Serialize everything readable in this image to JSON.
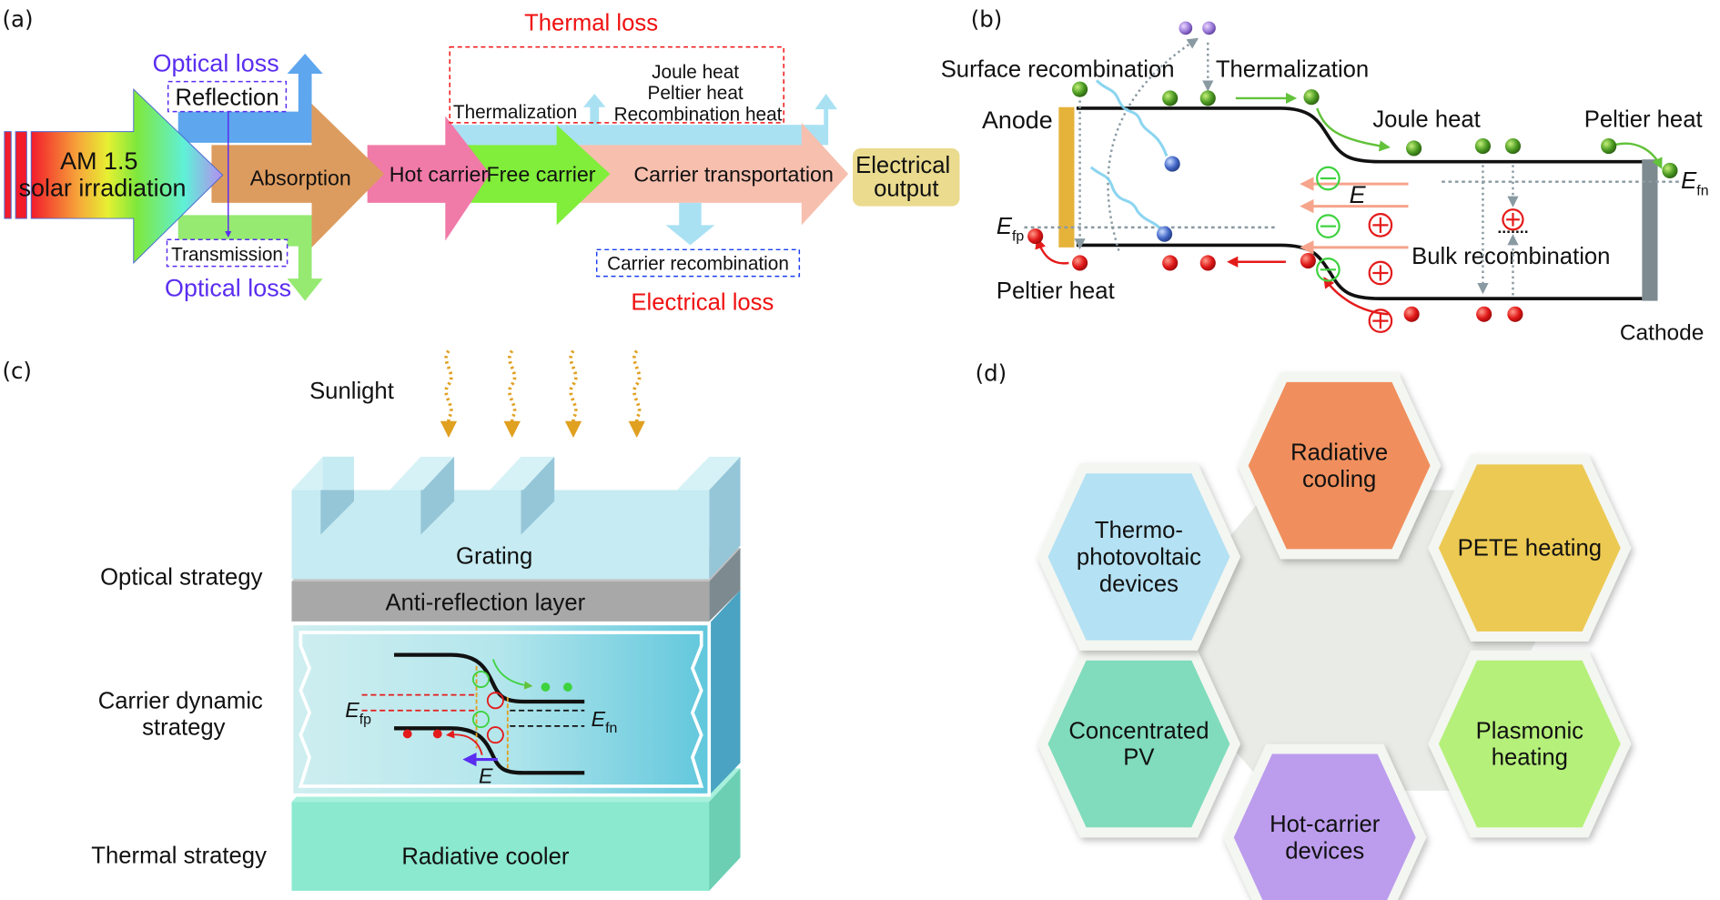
{
  "panels": {
    "a": {
      "label": "(a)",
      "source": [
        "AM 1.5",
        "solar irradiation"
      ],
      "stages": [
        "Absorption",
        "Hot carrier",
        "Free carrier",
        "Carrier transportation"
      ],
      "output": [
        "Electrical",
        "output"
      ],
      "optical_loss_top": "Optical loss",
      "optical_loss_bottom": "Optical loss",
      "reflection": "Reflection",
      "transmission": "Transmission",
      "thermal_loss": "Thermal loss",
      "thermalization": "Thermalization",
      "heat_list": [
        "Joule heat",
        "Peltier heat",
        "Recombination heat"
      ],
      "carrier_recombination": "Carrier recombination",
      "electrical_loss": "Electrical loss",
      "colors": {
        "absorption": "#dd9c5f",
        "hot_carrier": "#f07aa8",
        "free_carrier": "#80ee3a",
        "transport": "#f7bfae",
        "output": "#eadb8e",
        "reflection_arrow": "#5ea6ee",
        "transmission_arrow": "#96ea72",
        "thermal_arrow": "#a9e1f3",
        "optical_text": "#5a2df0",
        "loss_text": "#f01010"
      }
    },
    "b": {
      "label": "(b)",
      "surface_recombination": "Surface recombination",
      "thermalization": "Thermalization",
      "anode": "Anode",
      "joule_heat": "Joule heat",
      "peltier_heat_right": "Peltier heat",
      "peltier_heat_left": "Peltier heat",
      "e_fn": "E",
      "e_fn_sub": "fn",
      "e_fp": "E",
      "e_fp_sub": "fp",
      "field": "E",
      "bulk_recombination": "Bulk recombination",
      "cathode": "Cathode",
      "minus": "−",
      "plus": "+"
    },
    "c": {
      "label": "(c)",
      "sunlight": "Sunlight",
      "grating": "Grating",
      "anti_reflection": "Anti-reflection layer",
      "radiative_cooler": "Radiative cooler",
      "optical_strategy": "Optical strategy",
      "carrier_strategy": [
        "Carrier dynamic",
        "strategy"
      ],
      "thermal_strategy": "Thermal strategy",
      "e_fp": "E",
      "e_fp_sub": "fp",
      "e_fn": "E",
      "e_fn_sub": "fn",
      "field": "E"
    },
    "d": {
      "label": "(d)",
      "hexagons": [
        {
          "lines": [
            "Radiative",
            "cooling"
          ],
          "color": "#f08f5d"
        },
        {
          "lines": [
            "PETE heating"
          ],
          "color": "#ecc952"
        },
        {
          "lines": [
            "Plasmonic",
            "heating"
          ],
          "color": "#b5f07a"
        },
        {
          "lines": [
            "Hot-carrier",
            "devices"
          ],
          "color": "#bc9ced"
        },
        {
          "lines": [
            "Concentrated",
            "PV"
          ],
          "color": "#80dcbd"
        },
        {
          "lines": [
            "Thermo-",
            "photovoltaic",
            "devices"
          ],
          "color": "#b4e1f3"
        }
      ]
    }
  }
}
